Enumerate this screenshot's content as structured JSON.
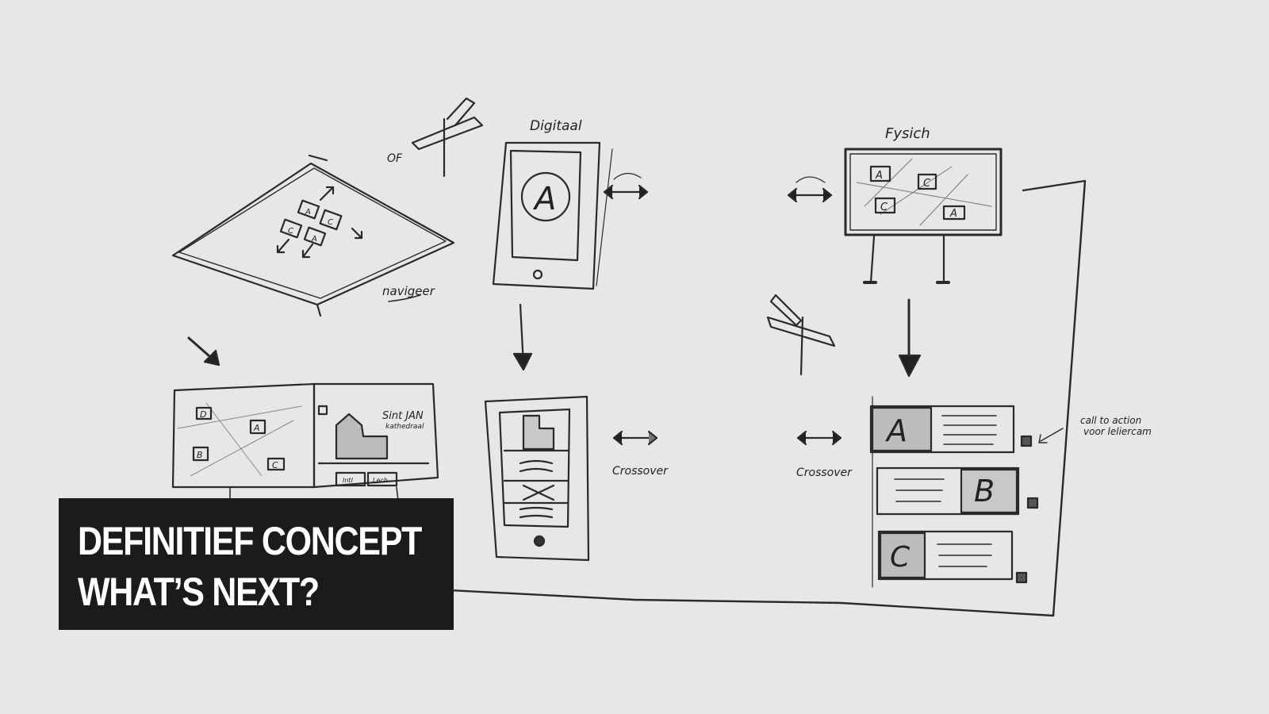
{
  "slide": {
    "title_line1": "DEFINITIEF CONCEPT",
    "title_line2": "WHAT’S NEXT?"
  },
  "sketch_labels": {
    "digitaal": "Digitaal",
    "fysiek": "Fysich",
    "of": "OF",
    "navigeer": "navigeer",
    "crossover_left": "Crossover",
    "crossover_right": "Crossover",
    "call_to_action_1": "call to action",
    "call_to_action_2": "voor leliercam",
    "sint_jan_1": "Sint JAN",
    "sint_jan_2": "kathedraal",
    "btn_1": "Intl",
    "btn_2": "Lech"
  },
  "sketch_letters": {
    "floor": [
      "A",
      "C",
      "C",
      "A"
    ],
    "tablet": "A",
    "billboard": [
      "A",
      "C",
      "C",
      "A"
    ],
    "map": [
      "D",
      "A",
      "B",
      "C"
    ],
    "cards": [
      "A",
      "B",
      "C"
    ]
  }
}
